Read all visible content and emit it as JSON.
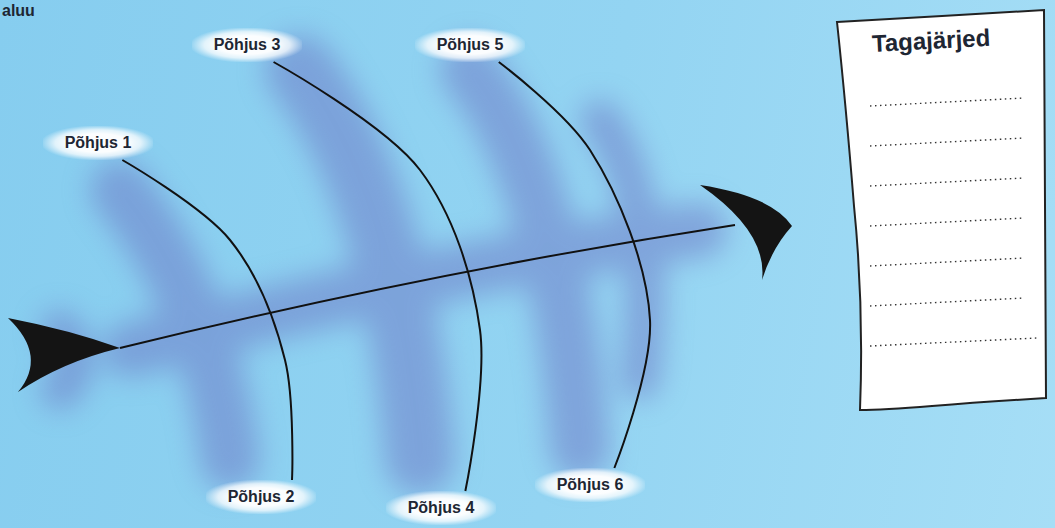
{
  "diagram": {
    "nodes": [
      {
        "text": [
          "Põhjus 1"
        ]
      },
      {
        "text": [
          "Põhjus 2"
        ]
      },
      {
        "text": [
          "Põhjus 3"
        ]
      },
      {
        "text": [
          "Põhjus 4"
        ]
      },
      {
        "text": [
          "Põhjus 5"
        ]
      },
      {
        "text": [
          "Põhjus 6"
        ]
      },
      {
        "text": [
          "Tagajärjed"
        ]
      }
    ],
    "edges": [
      {
        "from": 0,
        "to": 1,
        "arrow": "none"
      },
      {
        "from": 2,
        "to": 3,
        "arrow": "none"
      },
      {
        "from": 4,
        "to": 5,
        "arrow": "none"
      }
    ],
    "labels": [
      "aluu"
    ]
  }
}
